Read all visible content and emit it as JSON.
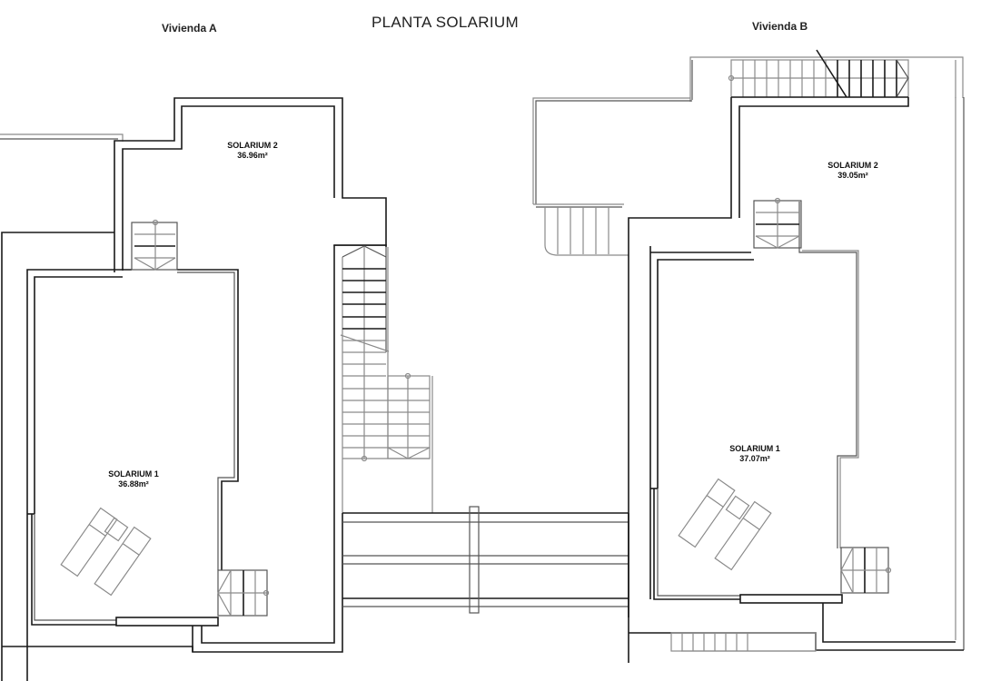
{
  "title": "PLANTA SOLARIUM",
  "units": [
    {
      "label": "Vivienda A",
      "rooms": [
        {
          "name": "SOLARIUM 2",
          "area": "36.96m²"
        },
        {
          "name": "SOLARIUM 1",
          "area": "36.88m²"
        }
      ]
    },
    {
      "label": "Vivienda B",
      "rooms": [
        {
          "name": "SOLARIUM 2",
          "area": "39.05m²"
        },
        {
          "name": "SOLARIUM 1",
          "area": "37.07m²"
        }
      ]
    }
  ],
  "colors": {
    "wall": "#1a1a1a",
    "stair": "#8a8a8a",
    "background": "#ffffff"
  }
}
